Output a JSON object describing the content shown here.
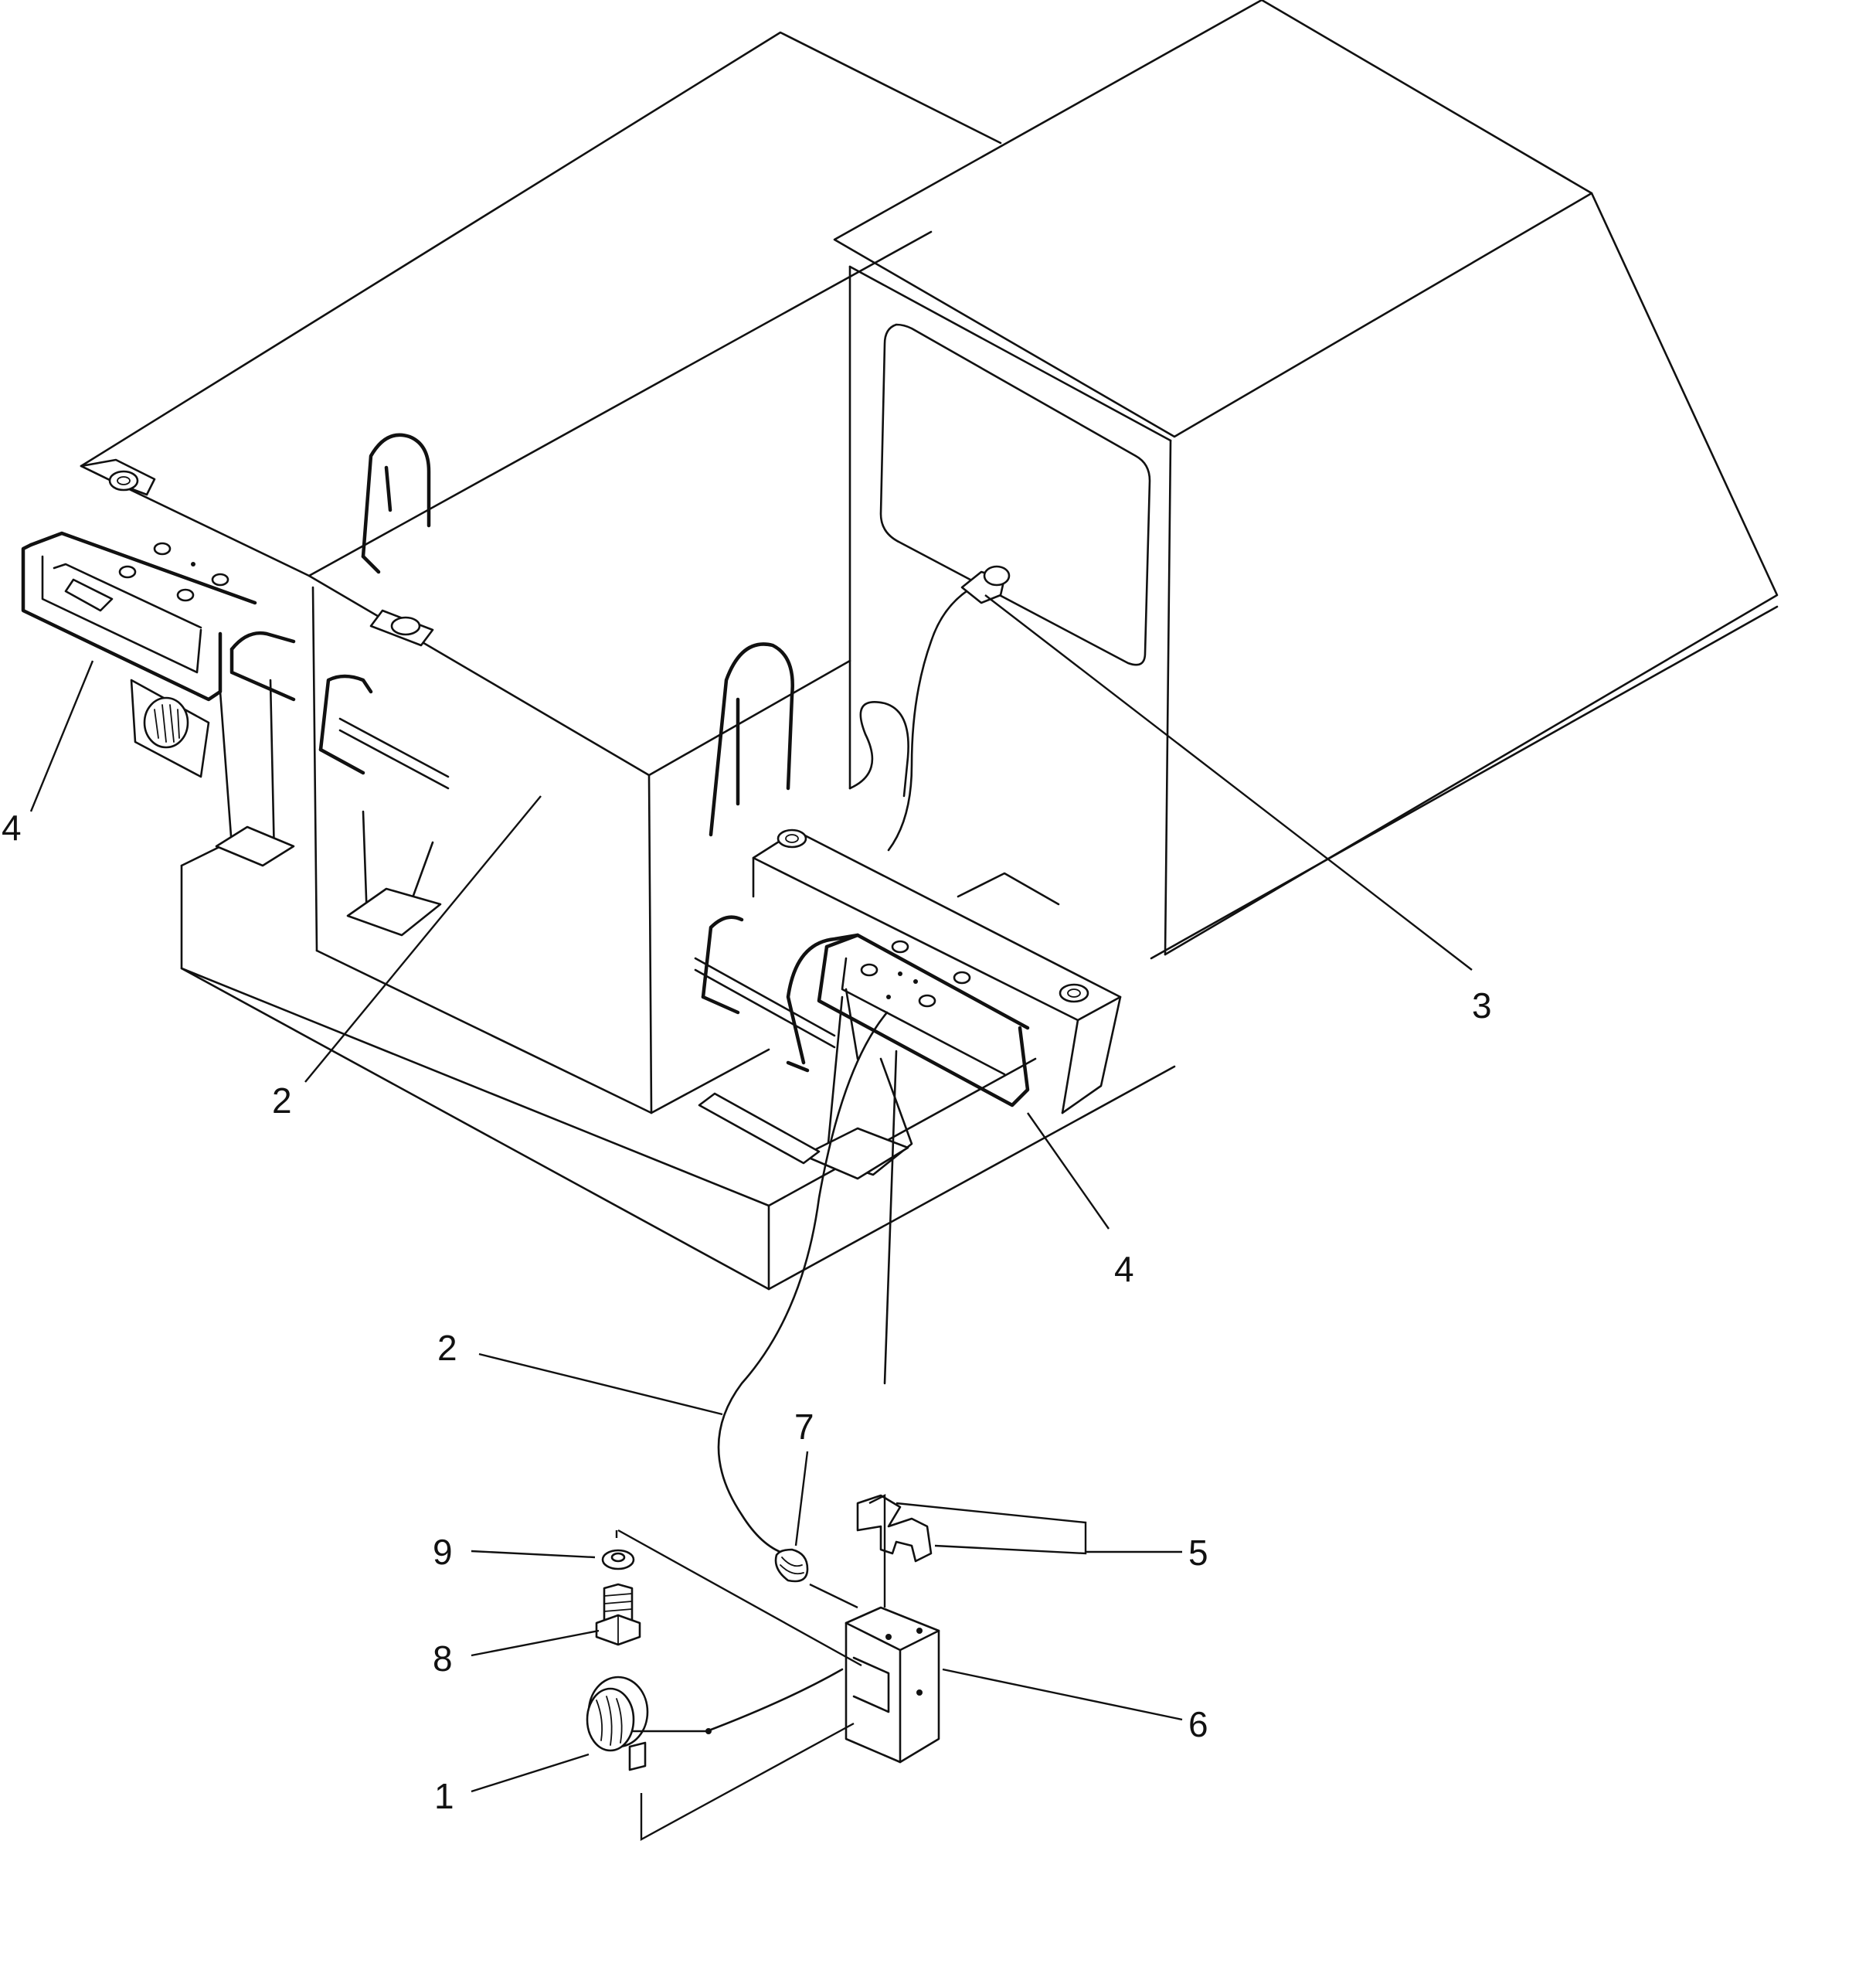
{
  "callouts": [
    {
      "id": "c4a",
      "label": "4"
    },
    {
      "id": "c2a",
      "label": "2"
    },
    {
      "id": "c3",
      "label": "3"
    },
    {
      "id": "c4b",
      "label": "4"
    },
    {
      "id": "c2b",
      "label": "2"
    },
    {
      "id": "c7",
      "label": "7"
    },
    {
      "id": "c5",
      "label": "5"
    },
    {
      "id": "c9",
      "label": "9"
    },
    {
      "id": "c8",
      "label": "8"
    },
    {
      "id": "c6",
      "label": "6"
    },
    {
      "id": "c1",
      "label": "1"
    }
  ]
}
